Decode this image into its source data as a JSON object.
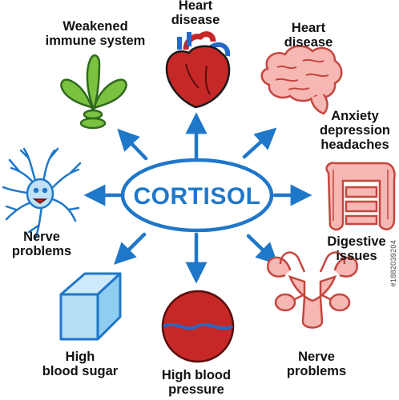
{
  "center": {
    "label": "CORTISOL"
  },
  "colors": {
    "arrow": "#1f77c9",
    "center_stroke": "#1f77c9",
    "text": "#111111"
  },
  "nodes": [
    {
      "id": "immune",
      "lines": [
        "Weakened",
        "immune system"
      ],
      "icon": "plant-icon"
    },
    {
      "id": "heart",
      "lines": [
        "Heart",
        "disease"
      ],
      "icon": "heart-icon"
    },
    {
      "id": "brain",
      "lines": [
        "Heart",
        "disease"
      ],
      "icon": "brain-icon"
    },
    {
      "id": "anxiety",
      "lines": [
        "Anxiety",
        "depression",
        "headaches"
      ],
      "icon": ""
    },
    {
      "id": "digestive",
      "lines": [
        "Digestive",
        "issues"
      ],
      "icon": "intestines-icon"
    },
    {
      "id": "reproductive",
      "lines": [
        "Nerve",
        "problems"
      ],
      "icon": "reproductive-organs-icon"
    },
    {
      "id": "pressure",
      "lines": [
        "High blood",
        "pressure"
      ],
      "icon": "blood-drop-icon"
    },
    {
      "id": "sugar",
      "lines": [
        "High",
        "blood sugar"
      ],
      "icon": "sugar-cube-icon"
    },
    {
      "id": "nerve",
      "lines": [
        "Nerve",
        "problems"
      ],
      "icon": "neuron-icon"
    }
  ],
  "watermark": "#1882039204"
}
